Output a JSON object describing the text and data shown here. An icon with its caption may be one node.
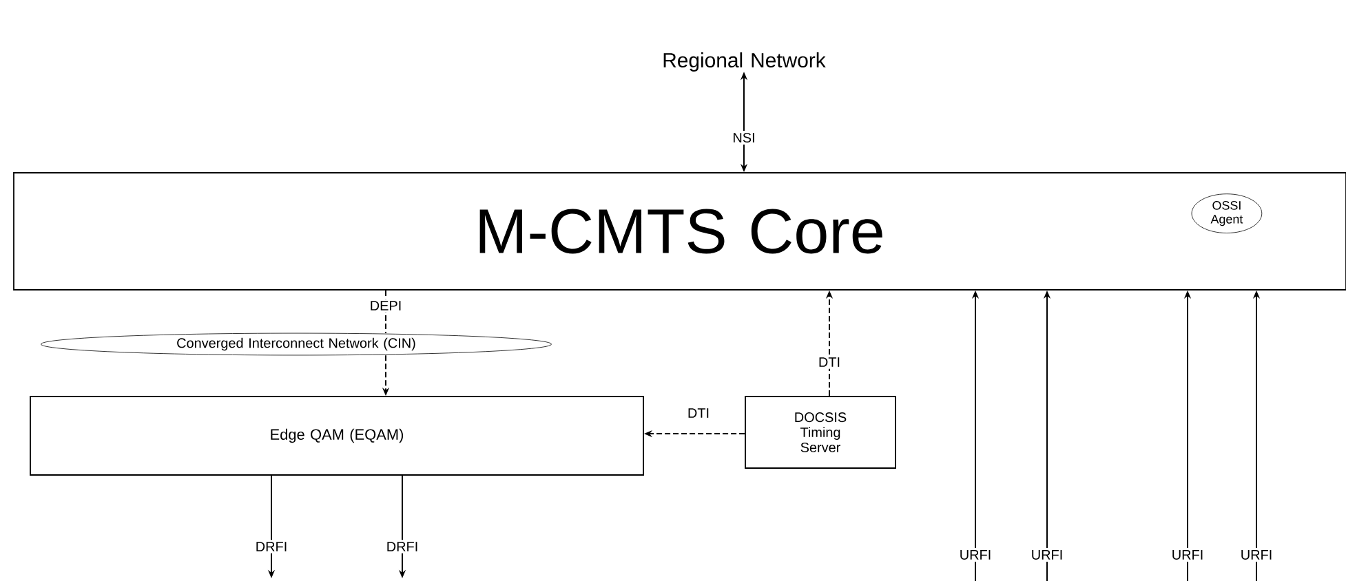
{
  "diagram": {
    "nodes": [
      {
        "text": [
          "Regional Network"
        ]
      },
      {
        "text": [
          "M-CMTS Core"
        ]
      },
      {
        "text": [
          "OSSI Agent"
        ],
        "in": 1
      },
      {
        "text": [
          "Converged Interconnect Network (CIN)"
        ]
      },
      {
        "text": [
          "Edge QAM (EQAM)"
        ]
      },
      {
        "text": [
          "DOCSIS Timing Server"
        ]
      }
    ],
    "edges": [
      {
        "from": 0,
        "to": 1,
        "arrow": "both",
        "label": "NSI"
      },
      {
        "from": 1,
        "to": 3,
        "arrow": "none",
        "style": "dashed",
        "label": "DEPI"
      },
      {
        "from": 3,
        "to": 4,
        "arrow": "to",
        "style": "dashed"
      },
      {
        "from": 5,
        "to": 1,
        "arrow": "to",
        "style": "dashed",
        "label": "DTI"
      },
      {
        "from": 5,
        "to": 4,
        "arrow": "to",
        "style": "dashed",
        "label": "DTI"
      },
      {
        "from": 4,
        "to": null,
        "arrow": "to",
        "label": "DRFI"
      },
      {
        "from": 4,
        "to": null,
        "arrow": "to",
        "label": "DRFI"
      },
      {
        "from": null,
        "to": 1,
        "arrow": "to",
        "label": "URFI"
      },
      {
        "from": null,
        "to": 1,
        "arrow": "to",
        "label": "URFI"
      },
      {
        "from": null,
        "to": 1,
        "arrow": "to",
        "label": "URFI"
      },
      {
        "from": null,
        "to": 1,
        "arrow": "to",
        "label": "URFI"
      }
    ]
  }
}
